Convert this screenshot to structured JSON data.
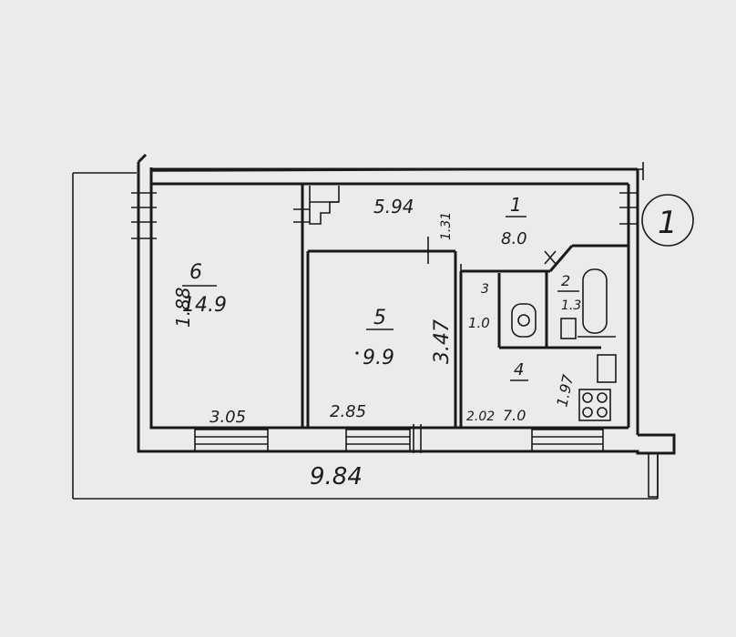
{
  "plan_id": "1",
  "overall": {
    "width": "9.84"
  },
  "rooms": [
    {
      "number": "1",
      "area": "8.0"
    },
    {
      "number": "2",
      "area": "1.3"
    },
    {
      "number": "3",
      "area": "1.0"
    },
    {
      "number": "4",
      "area": "7.0"
    },
    {
      "number": "5",
      "area": "9.9"
    },
    {
      "number": "6",
      "area": "14.9"
    }
  ],
  "dimensions": {
    "hall_length": "5.94",
    "hall_width": "1.31",
    "room6_depth": "1.88",
    "room6_width": "3.05",
    "room5_width": "2.85",
    "room5_depth": "3.47",
    "kitchen_width": "2.02",
    "kitchen_depth": "1.97"
  }
}
